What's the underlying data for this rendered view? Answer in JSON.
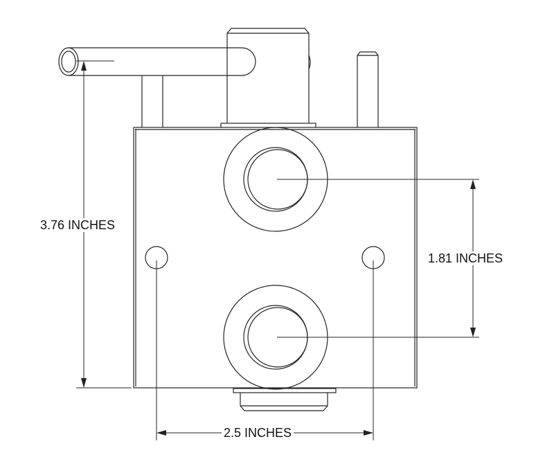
{
  "drawing": {
    "dimensions": {
      "overall_height": "3.76 INCHES",
      "port_spacing": "1.81 INCHES",
      "hole_spacing": "2.5 INCHES"
    },
    "line_color": "#222222"
  }
}
